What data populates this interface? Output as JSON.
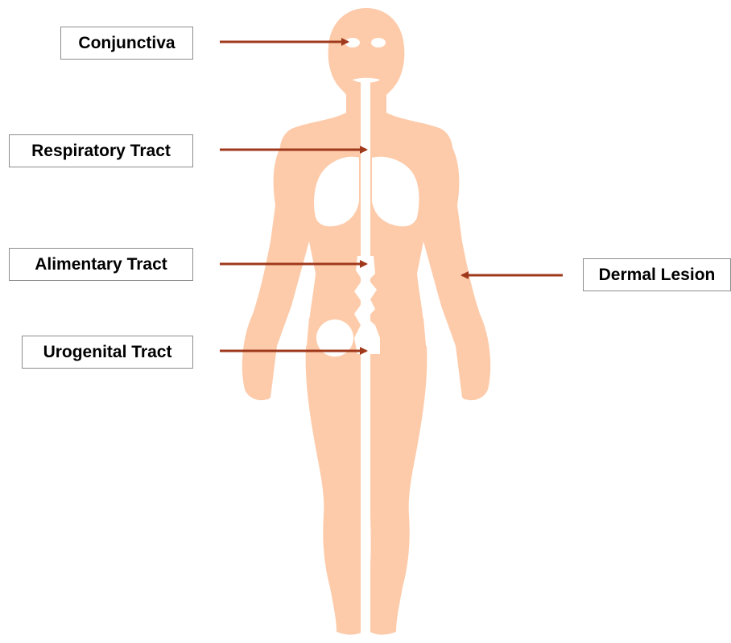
{
  "labels": {
    "conjunctiva": "Conjunctiva",
    "respiratory_tract": "Respiratory Tract",
    "alimentary_tract": "Alimentary Tract",
    "urogenital_tract": "Urogenital Tract",
    "dermal_lesion": "Dermal Lesion"
  },
  "colors": {
    "body": "#fdcbaa",
    "arrow": "#a0391c",
    "box_border": "#8c8c8c",
    "background": "#ffffff"
  }
}
